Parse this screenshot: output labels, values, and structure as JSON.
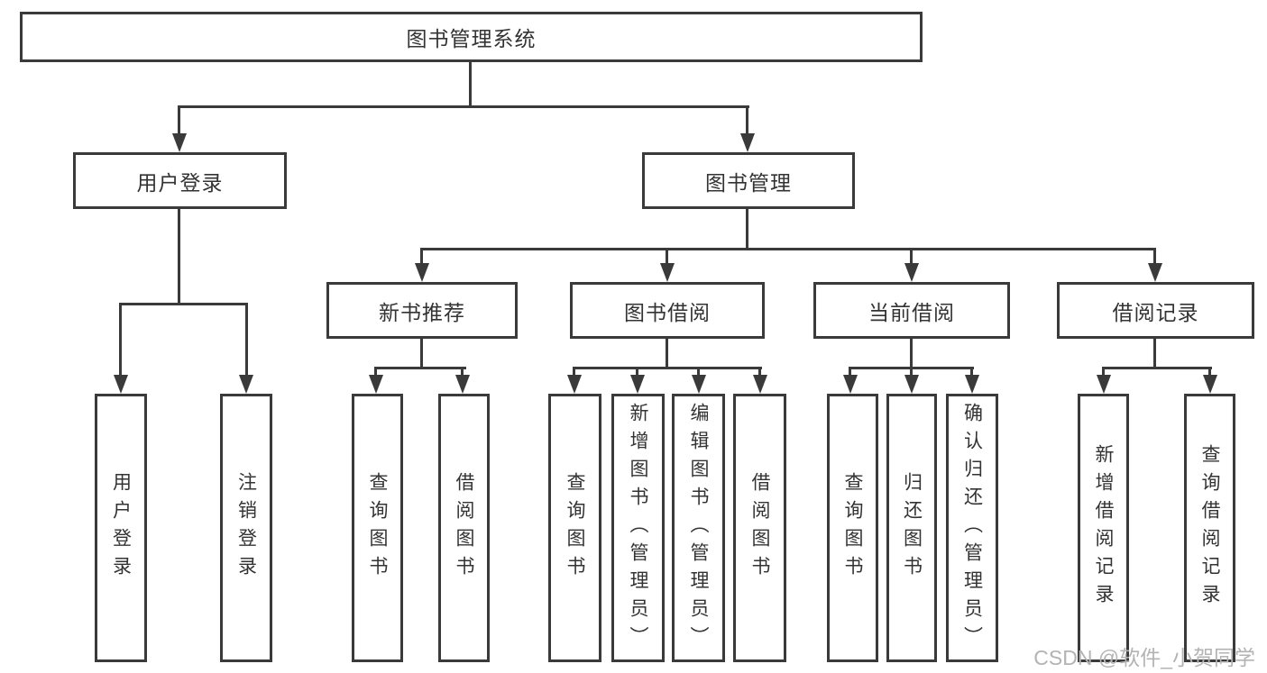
{
  "diagram_title": "图书管理系统",
  "tree": {
    "root": {
      "label": "图书管理系统"
    },
    "branches": [
      {
        "label": "用户登录",
        "children": [
          {
            "label": "用户登录"
          },
          {
            "label": "注销登录"
          }
        ]
      },
      {
        "label": "图书管理",
        "children": [
          {
            "label": "新书推荐",
            "children": [
              {
                "label": "查询图书"
              },
              {
                "label": "借阅图书"
              }
            ]
          },
          {
            "label": "图书借阅",
            "children": [
              {
                "label": "查询图书"
              },
              {
                "label": "新增图书（管理员）"
              },
              {
                "label": "编辑图书（管理员）"
              },
              {
                "label": "借阅图书"
              }
            ]
          },
          {
            "label": "当前借阅",
            "children": [
              {
                "label": "查询图书"
              },
              {
                "label": "归还图书"
              },
              {
                "label": "确认归还（管理员）"
              }
            ]
          },
          {
            "label": "借阅记录",
            "children": [
              {
                "label": "新增借阅记录"
              },
              {
                "label": "查询借阅记录"
              }
            ]
          }
        ]
      }
    ]
  },
  "watermark": "CSDN @软件_小贺同学",
  "colors": {
    "line": "#3a3a3a",
    "box_border": "#3a3a3a",
    "text": "#333333",
    "background": "#ffffff",
    "watermark": "#b3b3b3"
  }
}
